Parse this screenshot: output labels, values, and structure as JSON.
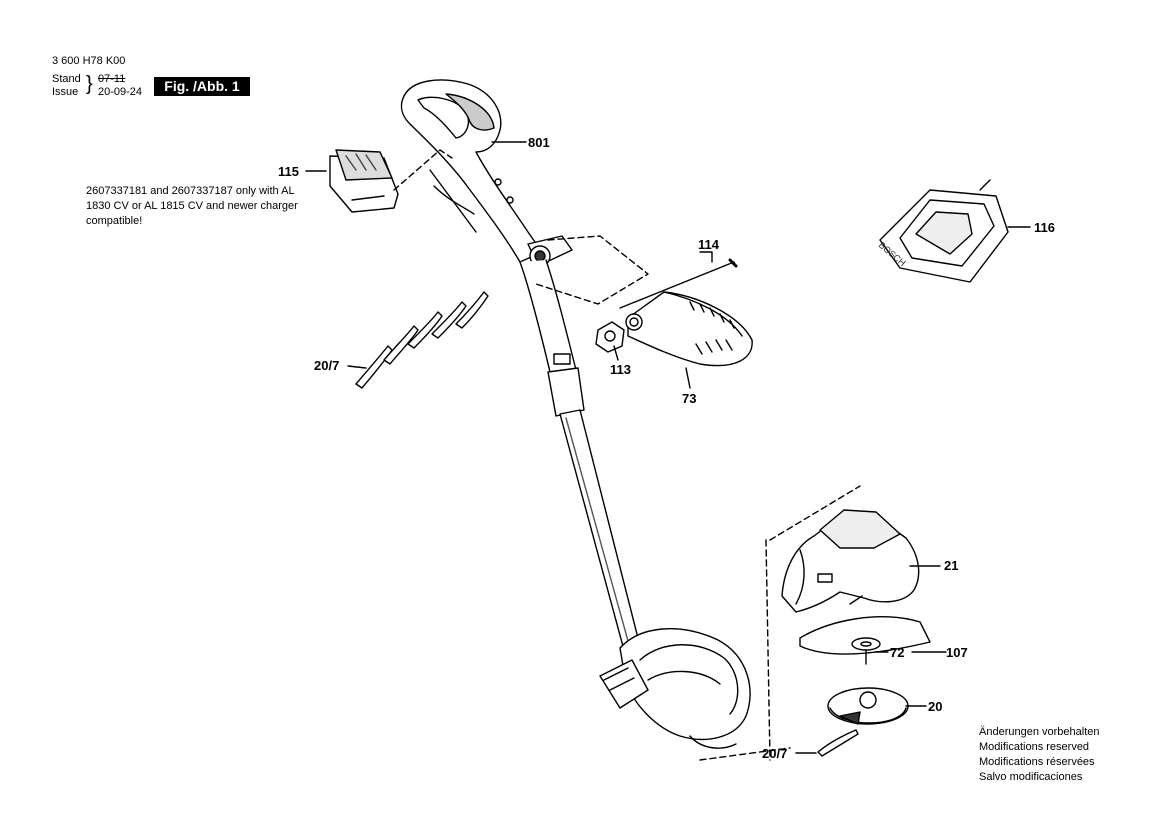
{
  "header": {
    "doc_number": "3 600 H78 K00",
    "stand_label": "Stand",
    "issue_label": "Issue",
    "stand_date": "07-11",
    "issue_date": "20-09-24",
    "figure_label": "Fig. /Abb. 1"
  },
  "callouts": {
    "c801": "801",
    "c115": "115",
    "c116": "116",
    "c114": "114",
    "c113": "113",
    "c73": "73",
    "c20_7_top": "20/7",
    "c21": "21",
    "c72": "72",
    "c107": "107",
    "c20": "20",
    "c20_7_bottom": "20/7"
  },
  "notes": {
    "battery_compat": "2607337181 and 2607337187 only with AL 1830 CV or AL 1815 CV and newer charger compatible!",
    "charger_brand": "BOSCH"
  },
  "disclaimer": {
    "de": "Änderungen vorbehalten",
    "en": "Modifications reserved",
    "fr": "Modifications réservées",
    "es": "Salvo modificaciones"
  }
}
